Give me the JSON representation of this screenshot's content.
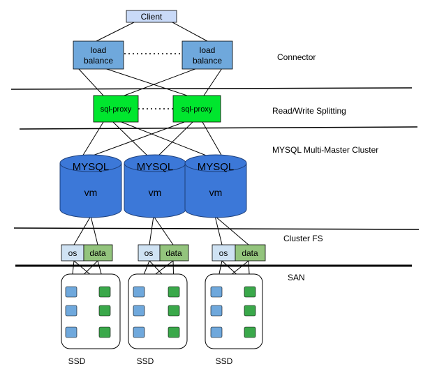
{
  "client": {
    "label": "Client"
  },
  "load_balancers": [
    {
      "line1": "load",
      "line2": "balance"
    },
    {
      "line1": "load",
      "line2": "balance"
    }
  ],
  "sql_proxies": [
    {
      "label": "sql-proxy"
    },
    {
      "label": "sql-proxy"
    }
  ],
  "mysql_nodes": [
    {
      "title": "MYSQL",
      "body": "vm"
    },
    {
      "title": "MYSQL",
      "body": "vm"
    },
    {
      "title": "MYSQL",
      "body": "vm"
    }
  ],
  "storage_pairs": [
    {
      "os": "os",
      "data": "data"
    },
    {
      "os": "os",
      "data": "data"
    },
    {
      "os": "os",
      "data": "data"
    }
  ],
  "ssd_groups": [
    {
      "label": "SSD"
    },
    {
      "label": "SSD"
    },
    {
      "label": "SSD"
    }
  ],
  "layers": {
    "connector": "Connector",
    "read_write_splitting": "Read/Write Splitting",
    "mysql_cluster": "MYSQL Multi-Master Cluster",
    "cluster_fs": "Cluster FS",
    "san": "SAN"
  },
  "colors": {
    "client_fill": "#c9daf8",
    "load_balance_fill": "#6fa8dc",
    "proxy_fill": "#00e62e",
    "mysql_fill": "#3c78d8",
    "os_fill": "#cfe2f3",
    "data_fill": "#93c47d",
    "ssd_blue": "#6fa8dc",
    "ssd_green": "#3aa84a"
  }
}
